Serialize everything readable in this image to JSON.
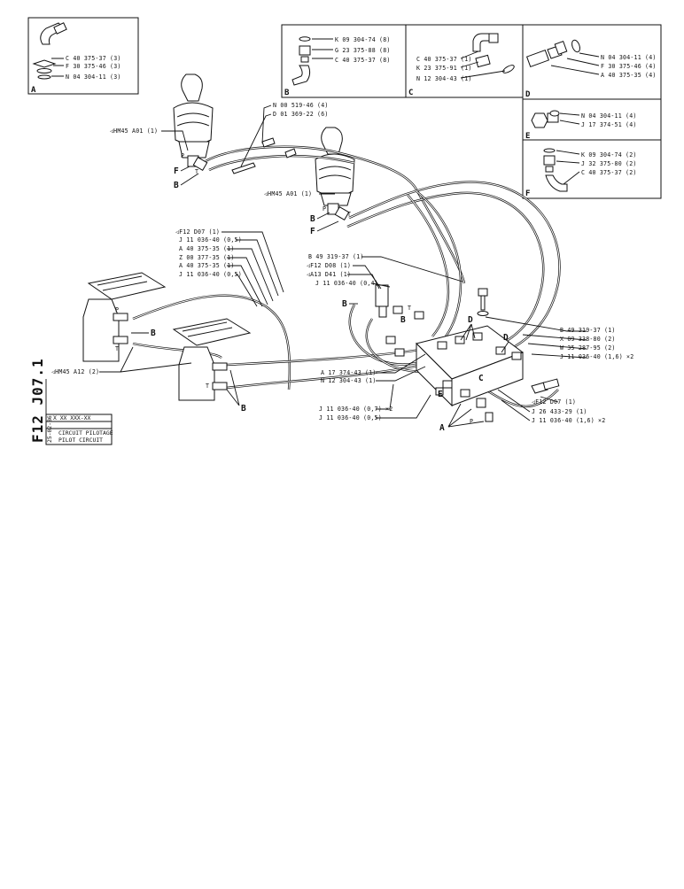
{
  "drawing_code": "F12 J07.1",
  "title_block": {
    "ref": "X XX XXX-XX",
    "date": "25-02-86",
    "title_fr": "CIRCUIT PILOTAGE",
    "title_en": "PILOT CIRCUIT"
  },
  "boxes": {
    "A": {
      "letter": "A",
      "items": [
        "C 40 375-37 (3)",
        "F 30 375-46 (3)",
        "N 04 304-11 (3)"
      ]
    },
    "B": {
      "letter": "B",
      "items": [
        "K 09 304-74 (8)",
        "G 23 375-88 (8)",
        "C 40 375-37 (8)"
      ]
    },
    "C": {
      "letter": "C",
      "items": [
        "C 40 375-37 (1)",
        "K 23 375-91 (1)",
        "N 12 304-43 (1)"
      ]
    },
    "D": {
      "letter": "D",
      "items": [
        "N 04 304-11 (4)",
        "F 30 375-46 (4)",
        "A 40 375-35 (4)"
      ]
    },
    "E": {
      "letter": "E",
      "items": [
        "N 04 304-11 (4)",
        "J 17 374-51 (4)"
      ]
    },
    "F": {
      "letter": "F",
      "items": [
        "K 09 304-74 (2)",
        "J 32 375-80 (2)",
        "C 40 375-37 (2)"
      ]
    }
  },
  "callouts": {
    "hm45_a01_left": "◁HM45 A01 (1)",
    "hm45_a01_right": "◁HM45 A01 (1)",
    "hm45_a12": "◁HM45 A12 (2)",
    "n00519": "N 00 519-46 (4)",
    "d01369": "D 01 369-22 (6)",
    "f12d07_top": "◁F12 D07 (1)",
    "j11_a": "J 11 036-40 (0,5)",
    "a40_a": "A 40 375-35 (1)",
    "z00": "Z 00 377-35 (1)",
    "a40_b": "A 40 375-35 (1)",
    "j11_b": "J 11 036-40 (0,5)",
    "b49_top": "B 49 319-37 (1)",
    "f12d08": "◁F12 D08 (1)",
    "a13d41": "◁A13 D41 (1)",
    "j11_c": "J 11 036-40 (0,4)",
    "b49_right": "B 49 319-37 (1)",
    "x09": "X 09 338-80 (2)",
    "w35": "W 35 287-95 (2)",
    "j11_x2_right": "J 11 036-40 (1,6) ×2",
    "a17": "A 17 374-43 (1)",
    "n12": "N 12 304-43 (1)",
    "f12d07_right": "◁F12 D07 (1)",
    "j26": "J 26 433-29 (1)",
    "j11_x2_bottom_right": "J 11 036-40 (1,6) ×2",
    "j11_x2_bottom": "J 11 036-40 (0,7) ×2",
    "j11_bottom": "J 11 036-40 (0,5)"
  },
  "letters": {
    "F": "F",
    "B": "B",
    "A": "A",
    "C": "C",
    "D": "D",
    "E": "E",
    "P": "P",
    "T": "T"
  }
}
